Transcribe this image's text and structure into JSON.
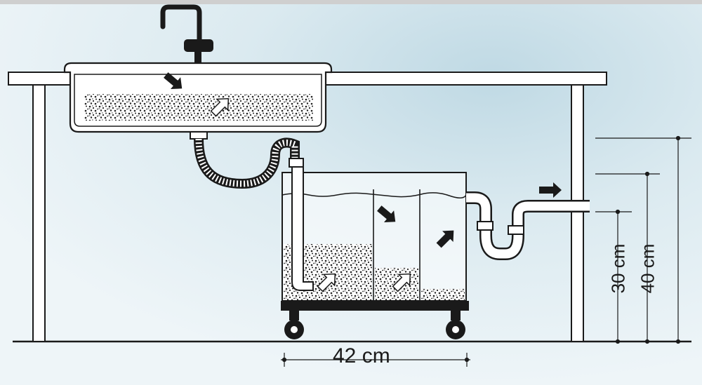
{
  "dimensions": {
    "width_label": "42 cm",
    "height_30_label": "30 cm",
    "height_40_label": "40 cm"
  },
  "icons": {
    "faucet": "faucet-icon",
    "flow_arrow": "flow-arrow-icon",
    "caster": "caster-wheel-icon"
  },
  "colors": {
    "background": "#e9f2f6",
    "sky_tint": "#c6dee8",
    "line": "#1a1a1a",
    "pipe_fill": "#ffffff",
    "gravel": "#2b2b2b"
  }
}
